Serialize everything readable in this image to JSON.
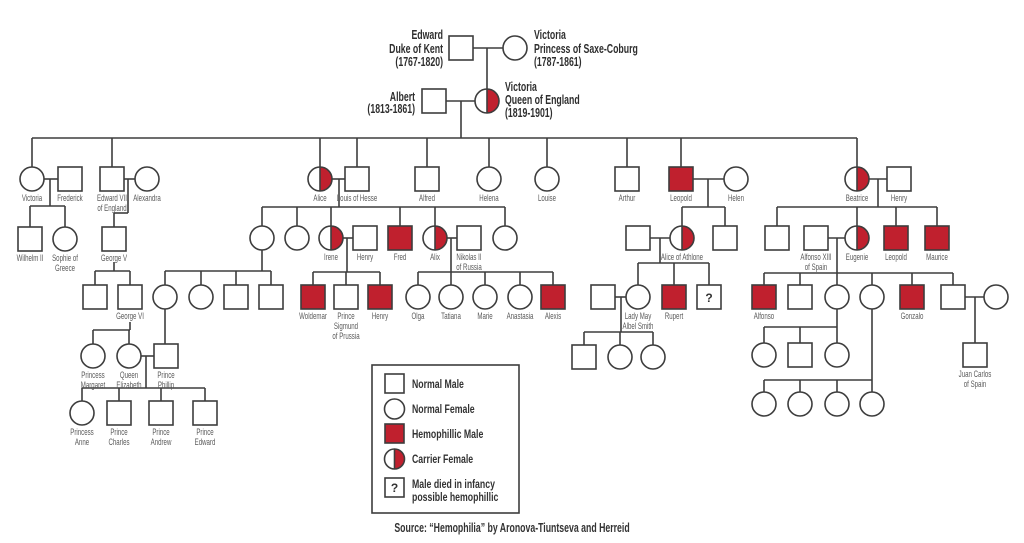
{
  "diagram": {
    "title": "Hemophilia in the descendants of Queen Victoria",
    "source": "Source: “Hemophilia” by Aronova-Tiuntseva and Herreid"
  },
  "colors": {
    "hemophilia_red": "#c0202e",
    "line": "#3d3d3d",
    "label_text": "#5a5a5a",
    "heading_text": "#2e2e2e"
  },
  "legend": {
    "items": [
      {
        "symbol": "normal-male",
        "label": "Normal Male"
      },
      {
        "symbol": "normal-female",
        "label": "Normal Female"
      },
      {
        "symbol": "hemophilic-male",
        "label": "Hemophillic Male"
      },
      {
        "symbol": "carrier-female",
        "label": "Carrier Female"
      },
      {
        "symbol": "unknown-male",
        "label": "Male died in infancy",
        "label2": "possible hemophillic",
        "glyph": "?"
      }
    ]
  },
  "people": [
    {
      "id": "edward_kent",
      "sex": "male",
      "status": "normal",
      "label": [
        "Edward",
        "Duke of Kent",
        "(1767-1820)"
      ]
    },
    {
      "id": "victoria_saxe",
      "sex": "female",
      "status": "normal",
      "label": [
        "Victoria",
        "Princess of Saxe-Coburg",
        "(1787-1861)"
      ]
    },
    {
      "id": "albert",
      "sex": "male",
      "status": "normal",
      "label": [
        "Albert",
        "(1813-1861)"
      ]
    },
    {
      "id": "victoria_queen",
      "sex": "female",
      "status": "carrier",
      "label": [
        "Victoria",
        "Queen of England",
        "(1819-1901)"
      ]
    },
    {
      "id": "victoria_pr",
      "sex": "female",
      "status": "normal",
      "label": [
        "Victoria"
      ]
    },
    {
      "id": "frederick",
      "sex": "male",
      "status": "normal",
      "label": [
        "Frederick"
      ]
    },
    {
      "id": "edward_vii",
      "sex": "male",
      "status": "normal",
      "label": [
        "Edward VII",
        "of England"
      ]
    },
    {
      "id": "alexandra",
      "sex": "female",
      "status": "normal",
      "label": [
        "Alexandra"
      ]
    },
    {
      "id": "alice",
      "sex": "female",
      "status": "carrier",
      "label": [
        "Alice"
      ]
    },
    {
      "id": "louis_hesse",
      "sex": "male",
      "status": "normal",
      "label": [
        "Louis of Hesse"
      ]
    },
    {
      "id": "alfred",
      "sex": "male",
      "status": "normal",
      "label": [
        "Alfred"
      ]
    },
    {
      "id": "helena",
      "sex": "female",
      "status": "normal",
      "label": [
        "Helena"
      ]
    },
    {
      "id": "louise",
      "sex": "female",
      "status": "normal",
      "label": [
        "Louise"
      ]
    },
    {
      "id": "arthur",
      "sex": "male",
      "status": "normal",
      "label": [
        "Arthur"
      ]
    },
    {
      "id": "leopold",
      "sex": "male",
      "status": "hemophilic",
      "label": [
        "Leopold"
      ]
    },
    {
      "id": "helen",
      "sex": "female",
      "status": "normal",
      "label": [
        "Helen"
      ]
    },
    {
      "id": "beatrice",
      "sex": "female",
      "status": "carrier",
      "label": [
        "Beatrice"
      ]
    },
    {
      "id": "henry_battenberg",
      "sex": "male",
      "status": "normal",
      "label": [
        "Henry"
      ]
    },
    {
      "id": "wilhelm_ii",
      "sex": "male",
      "status": "normal",
      "label": [
        "Wilhelm II"
      ]
    },
    {
      "id": "sophie",
      "sex": "female",
      "status": "normal",
      "label": [
        "Sophie of",
        "Greece"
      ]
    },
    {
      "id": "george_v",
      "sex": "male",
      "status": "normal",
      "label": [
        "George V"
      ]
    },
    {
      "id": "alice_d1",
      "sex": "female",
      "status": "normal",
      "label": []
    },
    {
      "id": "alice_d2",
      "sex": "female",
      "status": "normal",
      "label": []
    },
    {
      "id": "irene",
      "sex": "female",
      "status": "carrier",
      "label": [
        "Irene"
      ]
    },
    {
      "id": "henry_prussia",
      "sex": "male",
      "status": "normal",
      "label": [
        "Henry"
      ]
    },
    {
      "id": "fred",
      "sex": "male",
      "status": "hemophilic",
      "label": [
        "Fred"
      ]
    },
    {
      "id": "alix",
      "sex": "female",
      "status": "carrier",
      "label": [
        "Alix"
      ]
    },
    {
      "id": "nikolas_ii",
      "sex": "male",
      "status": "normal",
      "label": [
        "Nikolas II",
        "of Russia"
      ]
    },
    {
      "id": "alice_d7",
      "sex": "female",
      "status": "normal",
      "label": []
    },
    {
      "id": "alexander_teck",
      "sex": "male",
      "status": "normal",
      "label": []
    },
    {
      "id": "alice_athlone",
      "sex": "female",
      "status": "carrier",
      "label": [
        "Alice of Athlone"
      ]
    },
    {
      "id": "leopold_son",
      "sex": "male",
      "status": "normal",
      "label": []
    },
    {
      "id": "beatrice_s1",
      "sex": "male",
      "status": "normal",
      "label": []
    },
    {
      "id": "alfonso_xiii",
      "sex": "male",
      "status": "normal",
      "label": [
        "Alfonso XIII",
        "of Spain"
      ]
    },
    {
      "id": "eugenie",
      "sex": "female",
      "status": "carrier",
      "label": [
        "Eugenie"
      ]
    },
    {
      "id": "leopold_b",
      "sex": "male",
      "status": "hemophilic",
      "label": [
        "Leopold"
      ]
    },
    {
      "id": "maurice",
      "sex": "male",
      "status": "hemophilic",
      "label": [
        "Maurice"
      ]
    },
    {
      "id": "george_v_s1",
      "sex": "male",
      "status": "normal",
      "label": []
    },
    {
      "id": "george_vi",
      "sex": "male",
      "status": "normal",
      "label": [
        "George VI"
      ]
    },
    {
      "id": "alice_g1",
      "sex": "female",
      "status": "normal",
      "label": []
    },
    {
      "id": "alice_g2",
      "sex": "female",
      "status": "normal",
      "label": []
    },
    {
      "id": "alice_g3",
      "sex": "male",
      "status": "normal",
      "label": []
    },
    {
      "id": "alice_g4",
      "sex": "male",
      "status": "normal",
      "label": []
    },
    {
      "id": "woldemar",
      "sex": "male",
      "status": "hemophilic",
      "label": [
        "Woldemar"
      ]
    },
    {
      "id": "sigmund",
      "sex": "male",
      "status": "normal",
      "label": [
        "Prince",
        "Sigmund",
        "of Prussia"
      ]
    },
    {
      "id": "henry_hemo",
      "sex": "male",
      "status": "hemophilic",
      "label": [
        "Henry"
      ]
    },
    {
      "id": "olga",
      "sex": "female",
      "status": "normal",
      "label": [
        "Olga"
      ]
    },
    {
      "id": "tatiana",
      "sex": "female",
      "status": "normal",
      "label": [
        "Tatiana"
      ]
    },
    {
      "id": "marie",
      "sex": "female",
      "status": "normal",
      "label": [
        "Marie"
      ]
    },
    {
      "id": "anastasia",
      "sex": "female",
      "status": "normal",
      "label": [
        "Anastasia"
      ]
    },
    {
      "id": "alexis",
      "sex": "male",
      "status": "hemophilic",
      "label": [
        "Alexis"
      ]
    },
    {
      "id": "lady_may_spouse",
      "sex": "male",
      "status": "normal",
      "label": []
    },
    {
      "id": "lady_may",
      "sex": "female",
      "status": "normal",
      "label": [
        "Lady May",
        "Albel Smith"
      ]
    },
    {
      "id": "rupert",
      "sex": "male",
      "status": "hemophilic",
      "label": [
        "Rupert"
      ]
    },
    {
      "id": "infant_unknown",
      "sex": "male",
      "status": "unknown",
      "label": []
    },
    {
      "id": "alfonso",
      "sex": "male",
      "status": "hemophilic",
      "label": [
        "Alfonso"
      ]
    },
    {
      "id": "eugenie_s2",
      "sex": "male",
      "status": "normal",
      "label": []
    },
    {
      "id": "eugenie_d3",
      "sex": "female",
      "status": "normal",
      "label": []
    },
    {
      "id": "eugenie_d4",
      "sex": "female",
      "status": "normal",
      "label": []
    },
    {
      "id": "gonzalo",
      "sex": "male",
      "status": "hemophilic",
      "label": [
        "Gonzalo"
      ]
    },
    {
      "id": "eugenie_s6",
      "sex": "male",
      "status": "normal",
      "label": []
    },
    {
      "id": "eugenie_s6_spouse",
      "sex": "female",
      "status": "normal",
      "label": []
    },
    {
      "id": "margaret",
      "sex": "female",
      "status": "normal",
      "label": [
        "Princess",
        "Margaret"
      ]
    },
    {
      "id": "elizabeth",
      "sex": "female",
      "status": "normal",
      "label": [
        "Queen",
        "Elizabeth"
      ]
    },
    {
      "id": "phillip",
      "sex": "male",
      "status": "normal",
      "label": [
        "Prince",
        "Phillip"
      ]
    },
    {
      "id": "lm_c1",
      "sex": "male",
      "status": "normal",
      "label": []
    },
    {
      "id": "lm_c2",
      "sex": "female",
      "status": "normal",
      "label": []
    },
    {
      "id": "lm_c3",
      "sex": "female",
      "status": "normal",
      "label": []
    },
    {
      "id": "e3_c1",
      "sex": "female",
      "status": "normal",
      "label": []
    },
    {
      "id": "e3_c2",
      "sex": "male",
      "status": "normal",
      "label": []
    },
    {
      "id": "e3_c3",
      "sex": "female",
      "status": "normal",
      "label": []
    },
    {
      "id": "juan_carlos",
      "sex": "male",
      "status": "normal",
      "label": [
        "Juan Carlos",
        "of Spain"
      ]
    },
    {
      "id": "anne",
      "sex": "female",
      "status": "normal",
      "label": [
        "Princess",
        "Anne"
      ]
    },
    {
      "id": "charles",
      "sex": "male",
      "status": "normal",
      "label": [
        "Prince",
        "Charles"
      ]
    },
    {
      "id": "andrew",
      "sex": "male",
      "status": "normal",
      "label": [
        "Prince",
        "Andrew"
      ]
    },
    {
      "id": "edward_p",
      "sex": "male",
      "status": "normal",
      "label": [
        "Prince",
        "Edward"
      ]
    },
    {
      "id": "e4_c1",
      "sex": "female",
      "status": "normal",
      "label": []
    },
    {
      "id": "e4_c2",
      "sex": "female",
      "status": "normal",
      "label": []
    },
    {
      "id": "e4_c3",
      "sex": "female",
      "status": "normal",
      "label": []
    },
    {
      "id": "e4_c4",
      "sex": "female",
      "status": "normal",
      "label": []
    }
  ],
  "families": [
    {
      "id": "f0",
      "parents": [
        "edward_kent",
        "victoria_saxe"
      ],
      "children": [
        "victoria_queen"
      ]
    },
    {
      "id": "f1",
      "parents": [
        "albert",
        "victoria_queen"
      ],
      "children": [
        "victoria_pr",
        "edward_vii",
        "alice",
        "alfred",
        "helena",
        "louise",
        "arthur",
        "leopold",
        "beatrice"
      ]
    },
    {
      "id": "f2",
      "parents": [
        "victoria_pr",
        "frederick"
      ],
      "children": [
        "wilhelm_ii",
        "sophie"
      ]
    },
    {
      "id": "f3",
      "parents": [
        "edward_vii",
        "alexandra"
      ],
      "children": [
        "george_v"
      ]
    },
    {
      "id": "f4",
      "parents": [
        "alice",
        "louis_hesse"
      ],
      "children": [
        "alice_d1",
        "alice_d2",
        "irene",
        "fred",
        "alix",
        "alice_d7"
      ]
    },
    {
      "id": "f5",
      "parents": [
        "leopold",
        "helen"
      ],
      "children": [
        "alice_athlone",
        "leopold_son"
      ]
    },
    {
      "id": "f6",
      "parents": [
        "beatrice",
        "henry_battenberg"
      ],
      "children": [
        "beatrice_s1",
        "eugenie",
        "leopold_b",
        "maurice"
      ]
    },
    {
      "id": "f7",
      "parents": [
        "george_v"
      ],
      "children": [
        "george_v_s1",
        "george_vi"
      ]
    },
    {
      "id": "f8",
      "parents": [
        "alice_d1"
      ],
      "children": [
        "alice_g1",
        "alice_g2",
        "alice_g3",
        "alice_g4"
      ]
    },
    {
      "id": "f9",
      "parents": [
        "irene",
        "henry_prussia"
      ],
      "children": [
        "woldemar",
        "sigmund",
        "henry_hemo"
      ]
    },
    {
      "id": "f10",
      "parents": [
        "alix",
        "nikolas_ii"
      ],
      "children": [
        "olga",
        "tatiana",
        "marie",
        "anastasia",
        "alexis"
      ]
    },
    {
      "id": "f11",
      "parents": [
        "alexander_teck",
        "alice_athlone"
      ],
      "children": [
        "lady_may",
        "rupert",
        "infant_unknown"
      ]
    },
    {
      "id": "f12",
      "parents": [
        "alfonso_xiii",
        "eugenie"
      ],
      "children": [
        "alfonso",
        "eugenie_s2",
        "eugenie_d3",
        "eugenie_d4",
        "gonzalo",
        "eugenie_s6"
      ]
    },
    {
      "id": "f13",
      "parents": [
        "george_vi"
      ],
      "children": [
        "margaret",
        "elizabeth"
      ]
    },
    {
      "id": "f14",
      "parents": [
        "alice_g1"
      ],
      "children": [
        "phillip"
      ]
    },
    {
      "id": "f15",
      "parents": [
        "elizabeth",
        "phillip"
      ],
      "children": [
        "anne",
        "charles",
        "andrew",
        "edward_p"
      ]
    },
    {
      "id": "f16",
      "parents": [
        "lady_may_spouse",
        "lady_may"
      ],
      "children": [
        "lm_c1",
        "lm_c2",
        "lm_c3"
      ]
    },
    {
      "id": "f17",
      "parents": [
        "eugenie_d3"
      ],
      "children": [
        "e3_c1",
        "e3_c2",
        "e3_c3"
      ]
    },
    {
      "id": "f18",
      "parents": [
        "eugenie_d4"
      ],
      "children": [
        "e4_c1",
        "e4_c2",
        "e4_c3",
        "e4_c4"
      ]
    },
    {
      "id": "f19",
      "parents": [
        "eugenie_s6",
        "eugenie_s6_spouse"
      ],
      "children": [
        "juan_carlos"
      ]
    }
  ]
}
